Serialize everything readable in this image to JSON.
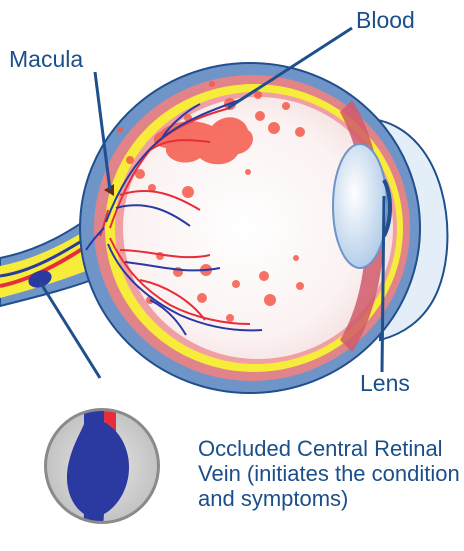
{
  "labels": {
    "blood": "Blood",
    "macula": "Macula",
    "lens": "Lens",
    "occluded_vein": "Occluded Central Retinal Vein (initiates the condition and symptoms)"
  },
  "colors": {
    "outline_blue": "#1f4f8c",
    "sclera_blue": "#6f94c8",
    "choroid_pink": "#e0848a",
    "retina_yellow": "#f7ec3a",
    "vitreous": "#fbf4f4",
    "hemorrhage_red": "#f55a4a",
    "artery_red": "#e82d3a",
    "vein_blue": "#2a3aa0",
    "lens_blue": "#cfe0f3",
    "cornea": "#e4eef8",
    "inset_grey": "#c9c9c9",
    "label_blue": "#1a4f8a"
  }
}
